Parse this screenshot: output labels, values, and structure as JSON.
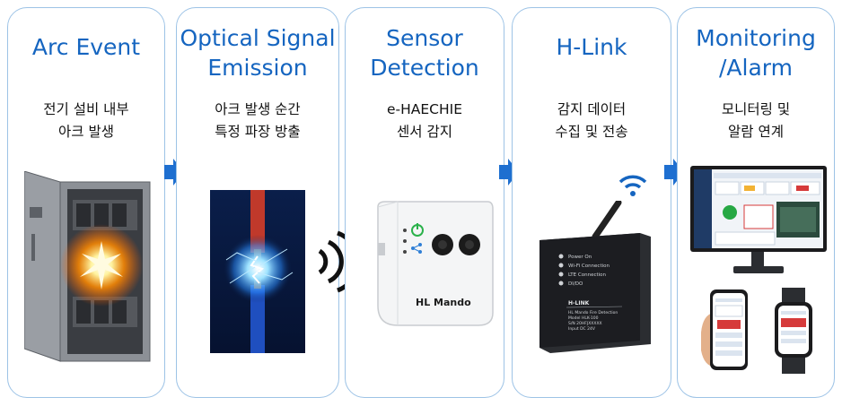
{
  "stages": [
    {
      "title": "Arc Event",
      "desc": [
        "전기 설비 내부",
        "아크 발생"
      ]
    },
    {
      "title": "Optical Signal\nEmission",
      "desc": [
        "아크 발생 순간",
        "특정 파장 방출"
      ]
    },
    {
      "title": "Sensor\nDetection",
      "desc": [
        "e-HAECHIE",
        "센서 감지"
      ]
    },
    {
      "title": "H-Link",
      "desc": [
        "감지 데이터",
        "수집 및 전송"
      ]
    },
    {
      "title": "Monitoring\n/Alarm",
      "desc": [
        "모니터링 및",
        "알람 연계"
      ]
    }
  ],
  "sensor": {
    "brand": "HL Mando"
  },
  "hlink": {
    "label": "H-LINK",
    "leds": [
      "Power On",
      "Wi-Fi Connection",
      "LTE Connection",
      "DI/DO"
    ],
    "info": [
      "HL Mando Fire Detection",
      "Model HLK-100",
      "S/N 20HFJXXXXX",
      "Input DC 24V"
    ]
  },
  "colors": {
    "title": "#1565c0",
    "border": "#9dc3e6",
    "arrow": "#1e6fd0"
  }
}
